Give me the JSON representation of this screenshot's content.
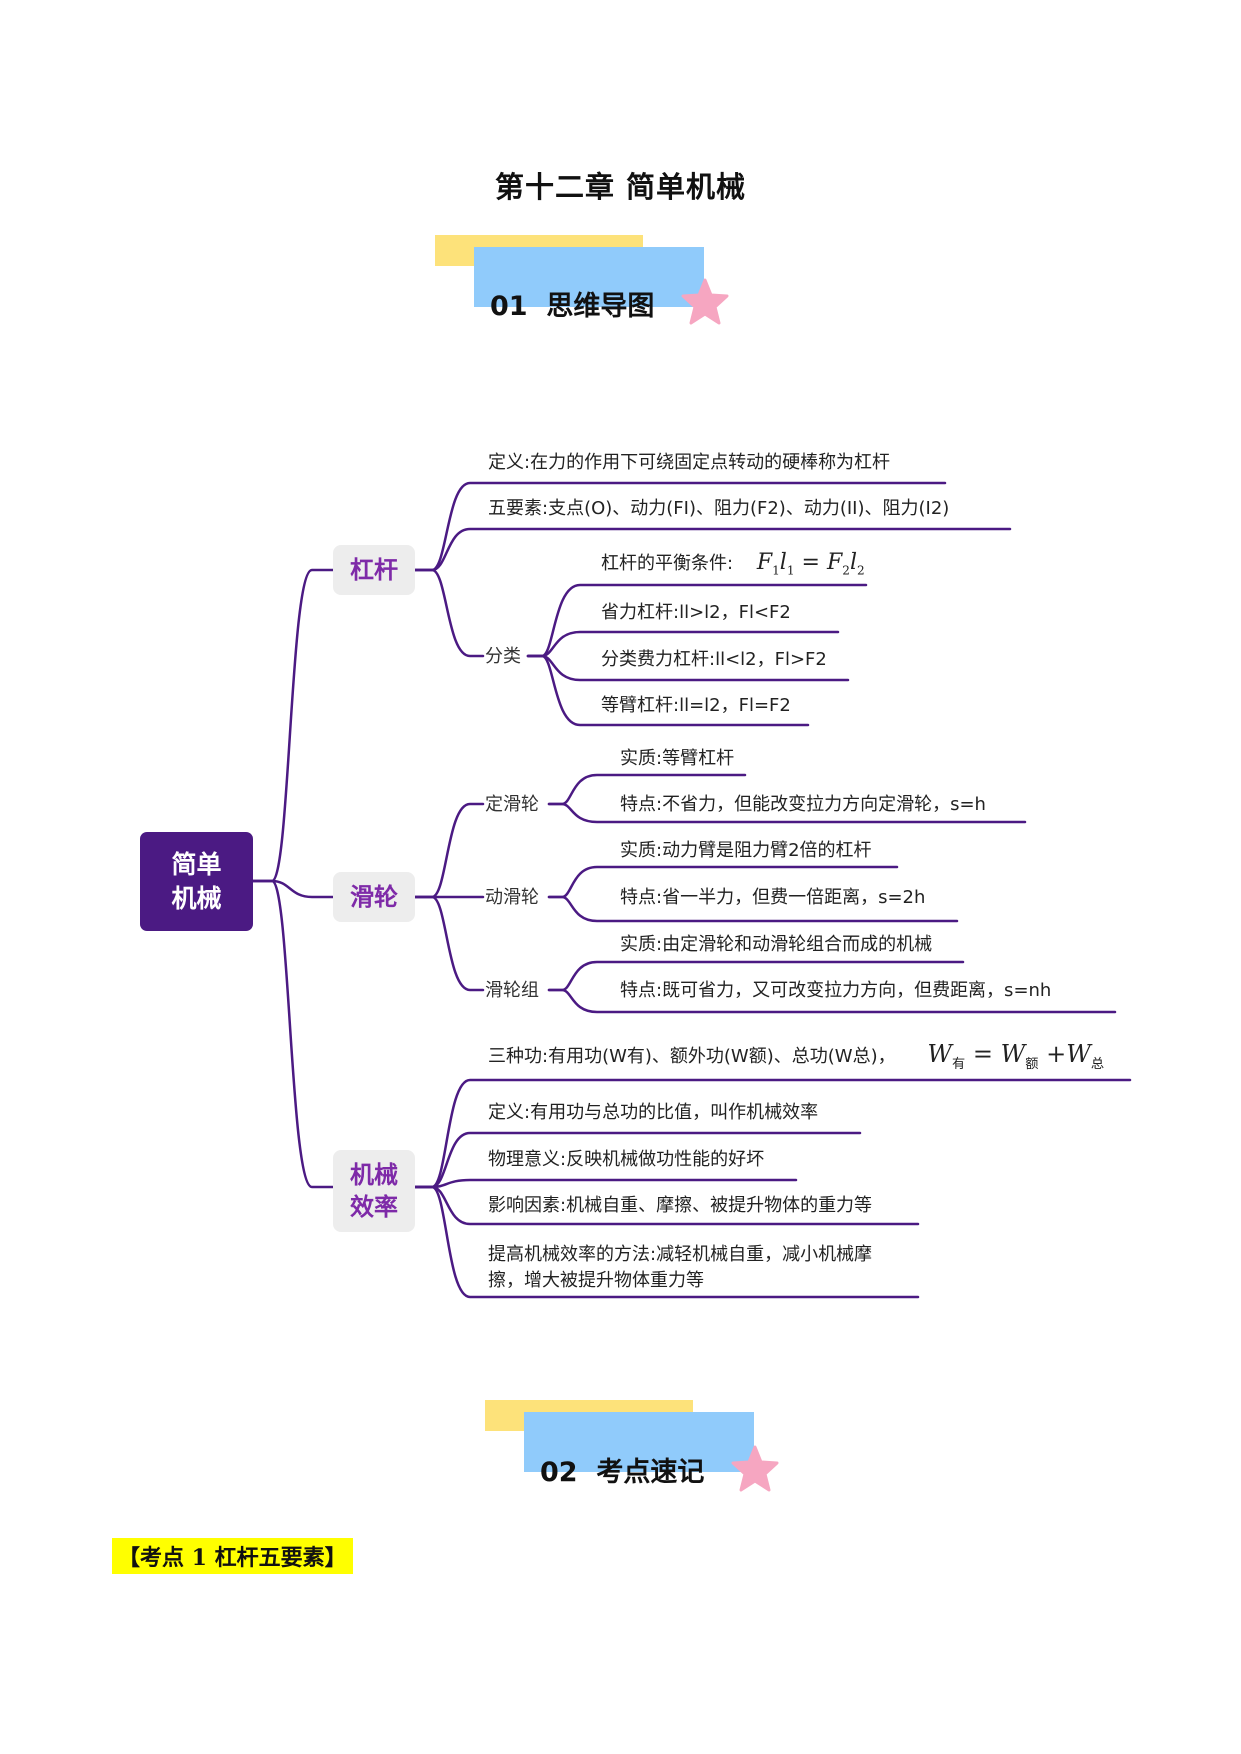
{
  "chapter_title": "第十二章  简单机械",
  "sections": {
    "mindmap": {
      "number": "01",
      "title": "思维导图"
    },
    "keypoints": {
      "number": "02",
      "title": "考点速记"
    }
  },
  "colors": {
    "branch_line": "#4b1a83",
    "root_bg": "#4b1a83",
    "category_text": "#7e2aa8",
    "category_bg": "#ededed",
    "banner_yellow": "#fde27a",
    "banner_blue": "#90cbfb",
    "star": "#f6a6c1",
    "highlight": "#ffff00"
  },
  "mindmap": {
    "root": {
      "line1": "简单",
      "line2": "机械"
    },
    "lever": {
      "label": "杠杆",
      "definition": "定义:在力的作用下可绕固定点转动的硬棒称为杠杆",
      "five_elements": "五要素:支点(O)、动力(FI)、阻力(F2)、动力(II)、阻力(I2)",
      "classification": {
        "label": "分类",
        "balance_label": "杠杆的平衡条件:",
        "balance_formula": {
          "left": "F",
          "l": "l",
          "eq": "=",
          "right": "F",
          "r": "l",
          "s1": "1",
          "s2": "1",
          "s3": "2",
          "s4": "2"
        },
        "items": [
          "省力杠杆:ll>l2，Fl<F2",
          "分类费力杠杆:ll<l2，Fl>F2",
          "等臂杠杆:ll=l2，Fl=F2"
        ]
      }
    },
    "pulley": {
      "label": "滑轮",
      "groups": [
        {
          "label": "定滑轮",
          "essence": "实质:等臂杠杆",
          "feature": "特点:不省力，但能改变拉力方向定滑轮，s=h"
        },
        {
          "label": "动滑轮",
          "essence": "实质:动力臂是阻力臂2倍的杠杆",
          "feature": "特点:省一半力，但费一倍距离，s=2h"
        },
        {
          "label": "滑轮组",
          "essence": "实质:由定滑轮和动滑轮组合而成的机械",
          "feature": "特点:既可省力，又可改变拉力方向，但费距离，s=nh"
        }
      ]
    },
    "efficiency": {
      "label1": "机械",
      "label2": "效率",
      "three_works": "三种功:有用功(W有)、额外功(W额)、总功(W总)，",
      "work_formula": {
        "w": "W",
        "a": "有",
        "b": "额",
        "c": "总",
        "eq": "=",
        "plus": "+"
      },
      "definition": "定义:有用功与总功的比值，叫作机械效率",
      "meaning": "物理意义:反映机械做功性能的好坏",
      "factors": "影响因素:机械自重、摩擦、被提升物体的重力等",
      "improve_line1": "提高机械效率的方法:减轻机械自重，减小机械摩",
      "improve_line2": "擦，增大被提升物体重力等"
    }
  },
  "keypoint_1": "【考点 1  杠杆五要素】"
}
